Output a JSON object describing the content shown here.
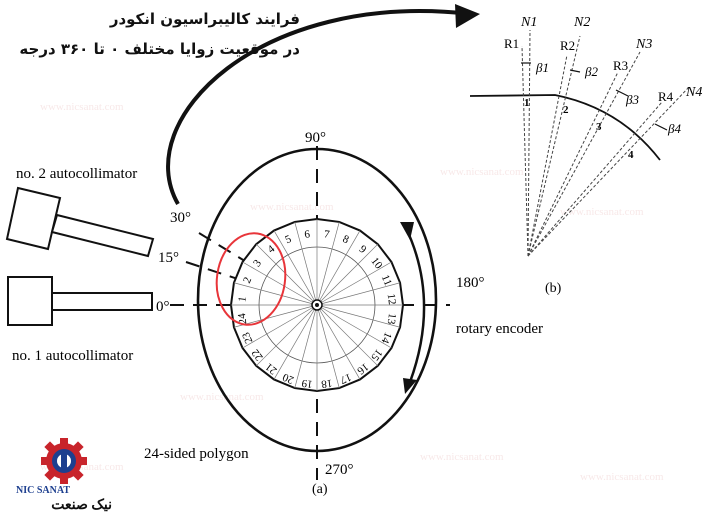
{
  "title": {
    "line1": "فرایند کالیبراسیون انکودر",
    "line2": "در موقعیت زوایا مختلف ۰ تا ۳۶۰ درجه"
  },
  "labels": {
    "autocollimator2": "no. 2 autocollimator",
    "autocollimator1": "no. 1 autocollimator",
    "polygon": "24-sided polygon",
    "encoder": "rotary encoder",
    "fig_a": "(a)",
    "fig_b": "(b)"
  },
  "angles": [
    "90°",
    "180°",
    "270°",
    "0°",
    "15°",
    "30°"
  ],
  "polygon_faces": [
    "1",
    "2",
    "3",
    "4",
    "5",
    "6",
    "7",
    "8",
    "9",
    "10",
    "11",
    "12",
    "13",
    "14",
    "15",
    "16",
    "17",
    "18",
    "19",
    "20",
    "21",
    "22",
    "23",
    "24"
  ],
  "detail": {
    "normals": [
      "N1",
      "N2",
      "N3",
      "N4"
    ],
    "refs": [
      "R1",
      "R2",
      "R3",
      "R4"
    ],
    "betas": [
      "β1",
      "β2",
      "β3",
      "β4"
    ],
    "face_numbers": [
      "1",
      "2",
      "3",
      "4"
    ]
  },
  "logo": {
    "en": "NIC SANAT",
    "fa": "نیک صنعت"
  },
  "watermark": "www.nicsanat.com",
  "colors": {
    "line": "#111111",
    "highlight": "#e8353a",
    "logo_red": "#c8242b",
    "logo_blue": "#1d3f8f",
    "watermark": "#f2d6d6"
  }
}
